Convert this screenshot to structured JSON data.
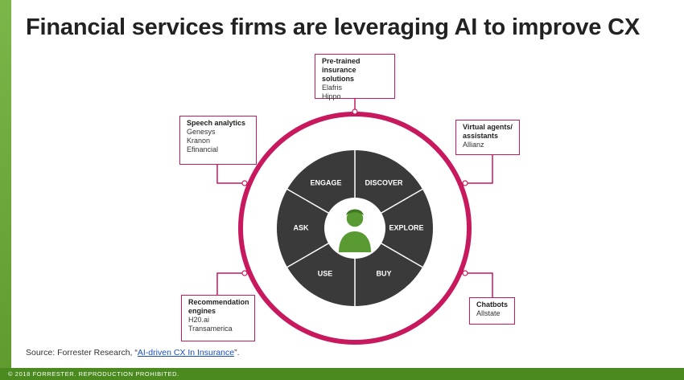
{
  "title": "Financial services firms are leveraging AI to improve CX",
  "wheel": {
    "segments": [
      "ENGAGE",
      "DISCOVER",
      "EXPLORE",
      "BUY",
      "USE",
      "ASK"
    ],
    "center_icon": "person-icon"
  },
  "callouts": [
    {
      "category": "Pre-trained insurance solutions",
      "companies": [
        "Elafris",
        "Hippo"
      ]
    },
    {
      "category": "Speech analytics",
      "companies": [
        "Genesys",
        "Kranon",
        "Efinancial"
      ]
    },
    {
      "category": "Virtual agents/ assistants",
      "companies": [
        "Allianz"
      ]
    },
    {
      "category": "Recommendation engines",
      "companies": [
        "H20.ai",
        "Transamerica"
      ]
    },
    {
      "category": "Chatbots",
      "companies": [
        "Allstate"
      ]
    }
  ],
  "source": {
    "prefix": "Source: Forrester Research, “",
    "link": "AI-driven CX In Insurance",
    "suffix": "”."
  },
  "footer": "© 2018 FORRESTER. REPRODUCTION PROHIBITED.",
  "colors": {
    "ring": "#c8195f",
    "wheel": "#3a3a3a",
    "person": "#5a9a32",
    "footer": "#4a8a1f",
    "accent_bar": "#7ab648"
  }
}
